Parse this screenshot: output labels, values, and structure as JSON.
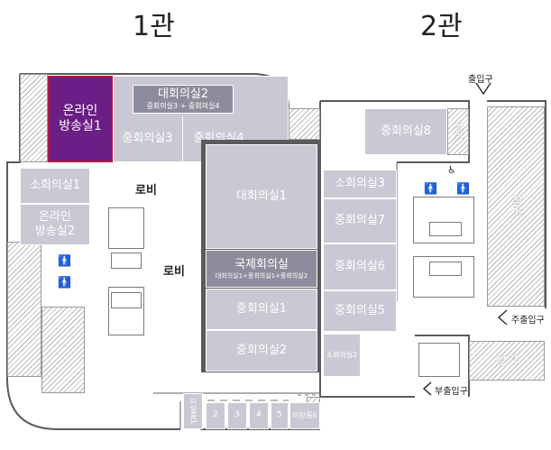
{
  "halls": {
    "hall1": "1관",
    "hall2": "2관"
  },
  "hall1": {
    "online1": "온라인\n방송실1",
    "grand2": "대회의실2",
    "grand2_sub": "중회의실3 + 중회의실4",
    "mid3": "중회의실3",
    "mid4": "중회의실4",
    "small1": "소회의실1",
    "online2": "온라인\n방송실2",
    "lobby_a": "로비",
    "lobby_b": "로비",
    "grand1": "대회의실1",
    "intl": "국제회의실",
    "intl_sub": "대회의실1+중회의실1+중회의실2",
    "mid1": "중회의실1",
    "mid2": "중회의실2",
    "small3": "소회의실3",
    "mid7": "중회의실7",
    "mid6": "중회의실6",
    "mid5": "중회의실5",
    "small2": "소회의실2",
    "meet1": "미팅룸1",
    "meet2": "2",
    "meet3": "3",
    "meet4": "4",
    "meet5": "5",
    "meet6": "미팅룸6"
  },
  "hall2": {
    "mid8": "중회의실8",
    "shop_a": "상가",
    "shop_b": "상가",
    "shop_c": "상가"
  },
  "entrances": {
    "exit": "출입구",
    "main": "주출입구",
    "sub": "부출입구"
  },
  "colors": {
    "room": "#c9c8d3",
    "room_dark": "#8e8c9c",
    "highlight": "#6b1e86",
    "highlight_border": "#b3123e",
    "wall": "#5b5b5b"
  }
}
